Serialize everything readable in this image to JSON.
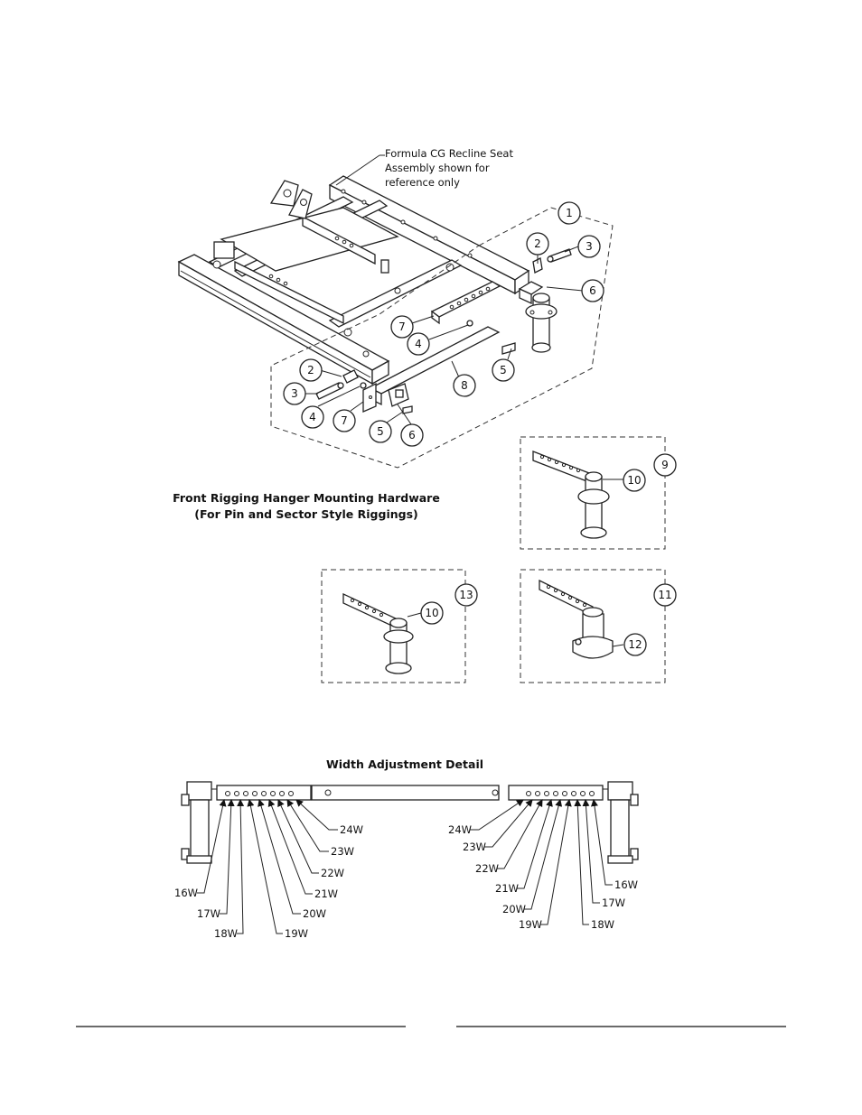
{
  "reference_note": [
    "Formula CG Recline Seat",
    "Assembly shown for",
    "reference only"
  ],
  "hardware_title": [
    "Front Rigging Hanger Mounting Hardware",
    "(For Pin and Sector Style Riggings)"
  ],
  "width_title": "Width Adjustment Detail",
  "callouts": {
    "c1": "1",
    "c2a": "2",
    "c3a": "3",
    "c6a": "6",
    "c7a": "7",
    "c4a": "4",
    "c5a": "5",
    "c8": "8",
    "c2b": "2",
    "c3b": "3",
    "c4b": "4",
    "c7b": "7",
    "c5b": "5",
    "c6b": "6",
    "c9": "9",
    "c10a": "10",
    "c13": "13",
    "c10b": "10",
    "c11": "11",
    "c12": "12"
  },
  "left_widths": [
    "16W",
    "17W",
    "18W",
    "19W",
    "20W",
    "21W",
    "22W",
    "23W",
    "24W"
  ],
  "right_widths": [
    "24W",
    "23W",
    "22W",
    "21W",
    "20W",
    "19W",
    "18W",
    "17W",
    "16W"
  ]
}
